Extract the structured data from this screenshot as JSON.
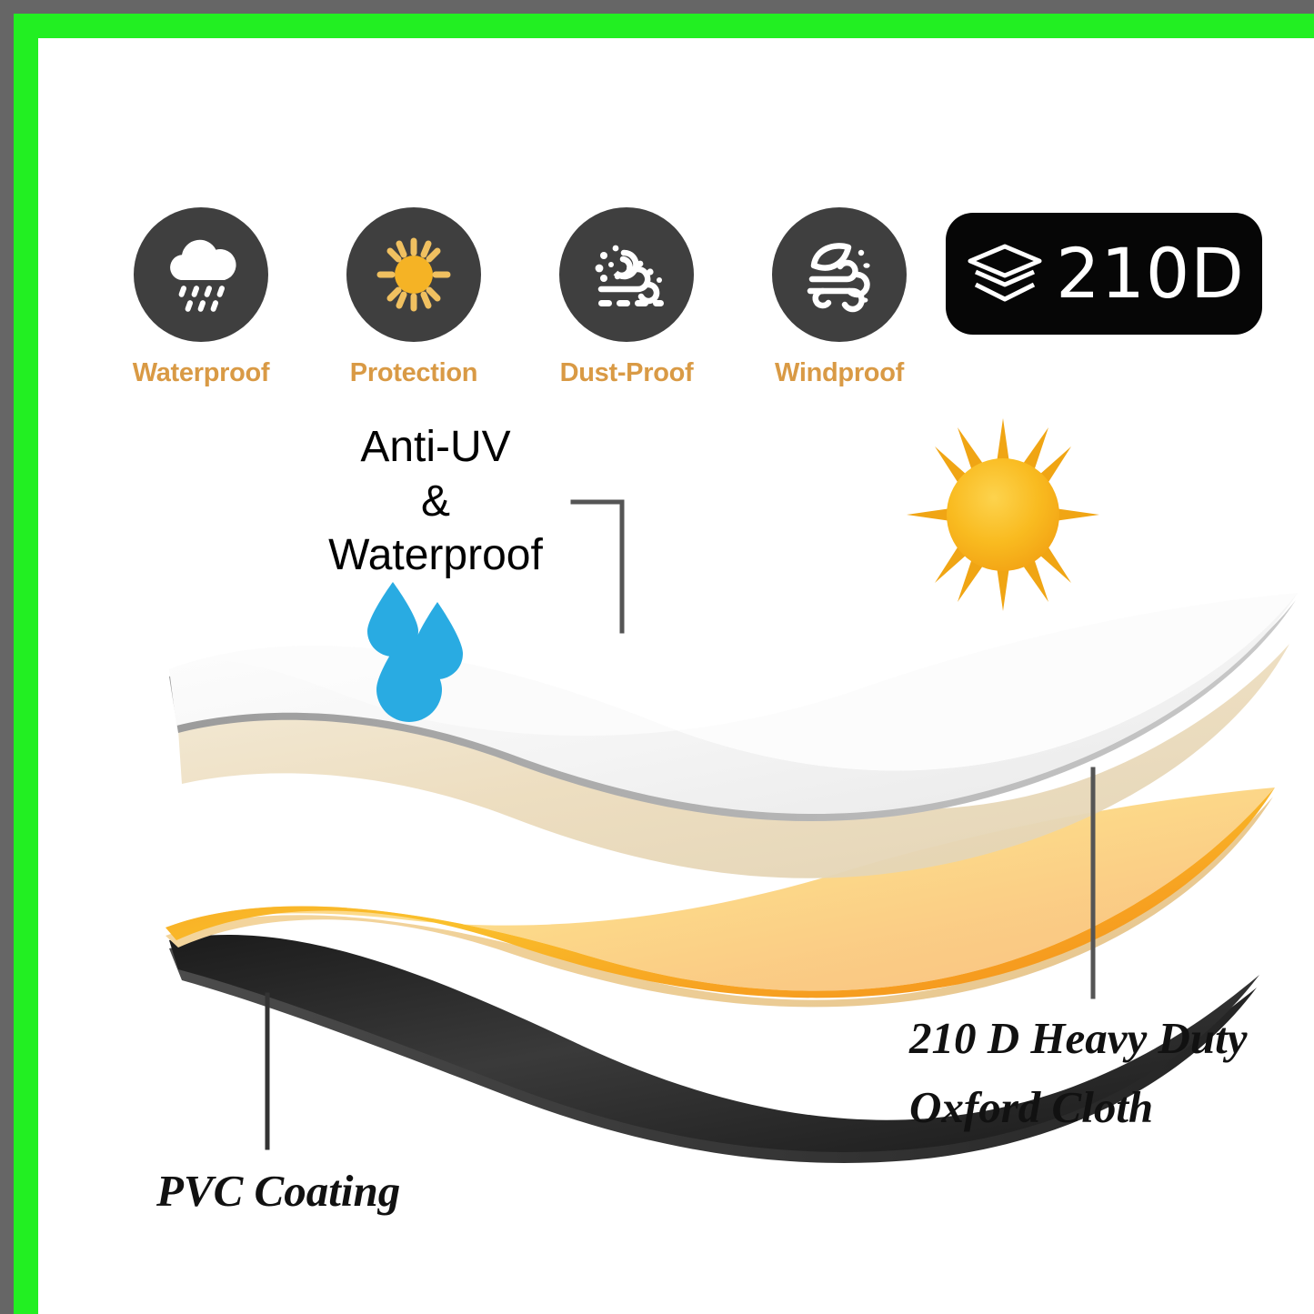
{
  "frame": {
    "outer_color": "#666666",
    "accent_color": "#22ef22"
  },
  "features": [
    {
      "label": "Waterproof",
      "icon": "rain-cloud-icon"
    },
    {
      "label": "Protection",
      "icon": "sun-icon"
    },
    {
      "label": "Dust-Proof",
      "icon": "dust-wind-icon"
    },
    {
      "label": "Windproof",
      "icon": "leaf-wind-icon"
    }
  ],
  "badge": {
    "text": "210D",
    "icon": "layers-icon",
    "background": "#060606",
    "foreground": "#ffffff"
  },
  "callouts": {
    "anti_uv_line1": "Anti-UV",
    "anti_uv_line2": "&",
    "anti_uv_line3": "Waterproof",
    "oxford_line1": "210 D Heavy Duty",
    "oxford_line2": "Oxford Cloth",
    "pvc": "PVC Coating"
  },
  "colors": {
    "label_orange": "#d99a45",
    "icon_circle": "#3f3f3f",
    "water_drop": "#29abe2",
    "sun_core": "#f7b519",
    "sun_ray": "#eda315",
    "layer_top_white": "#f2f2f2",
    "layer_cream": "#ece0c6",
    "layer_orange": "#f59a23",
    "layer_yellow": "#f9c42a",
    "layer_black": "#2b2b2b",
    "leader_line": "#555555"
  },
  "illustration": {
    "layer_names": [
      "anti-uv-waterproof-film",
      "oxford-cloth-210d",
      "pvc-coating"
    ],
    "sun_rays": 12,
    "water_drops": 3
  }
}
